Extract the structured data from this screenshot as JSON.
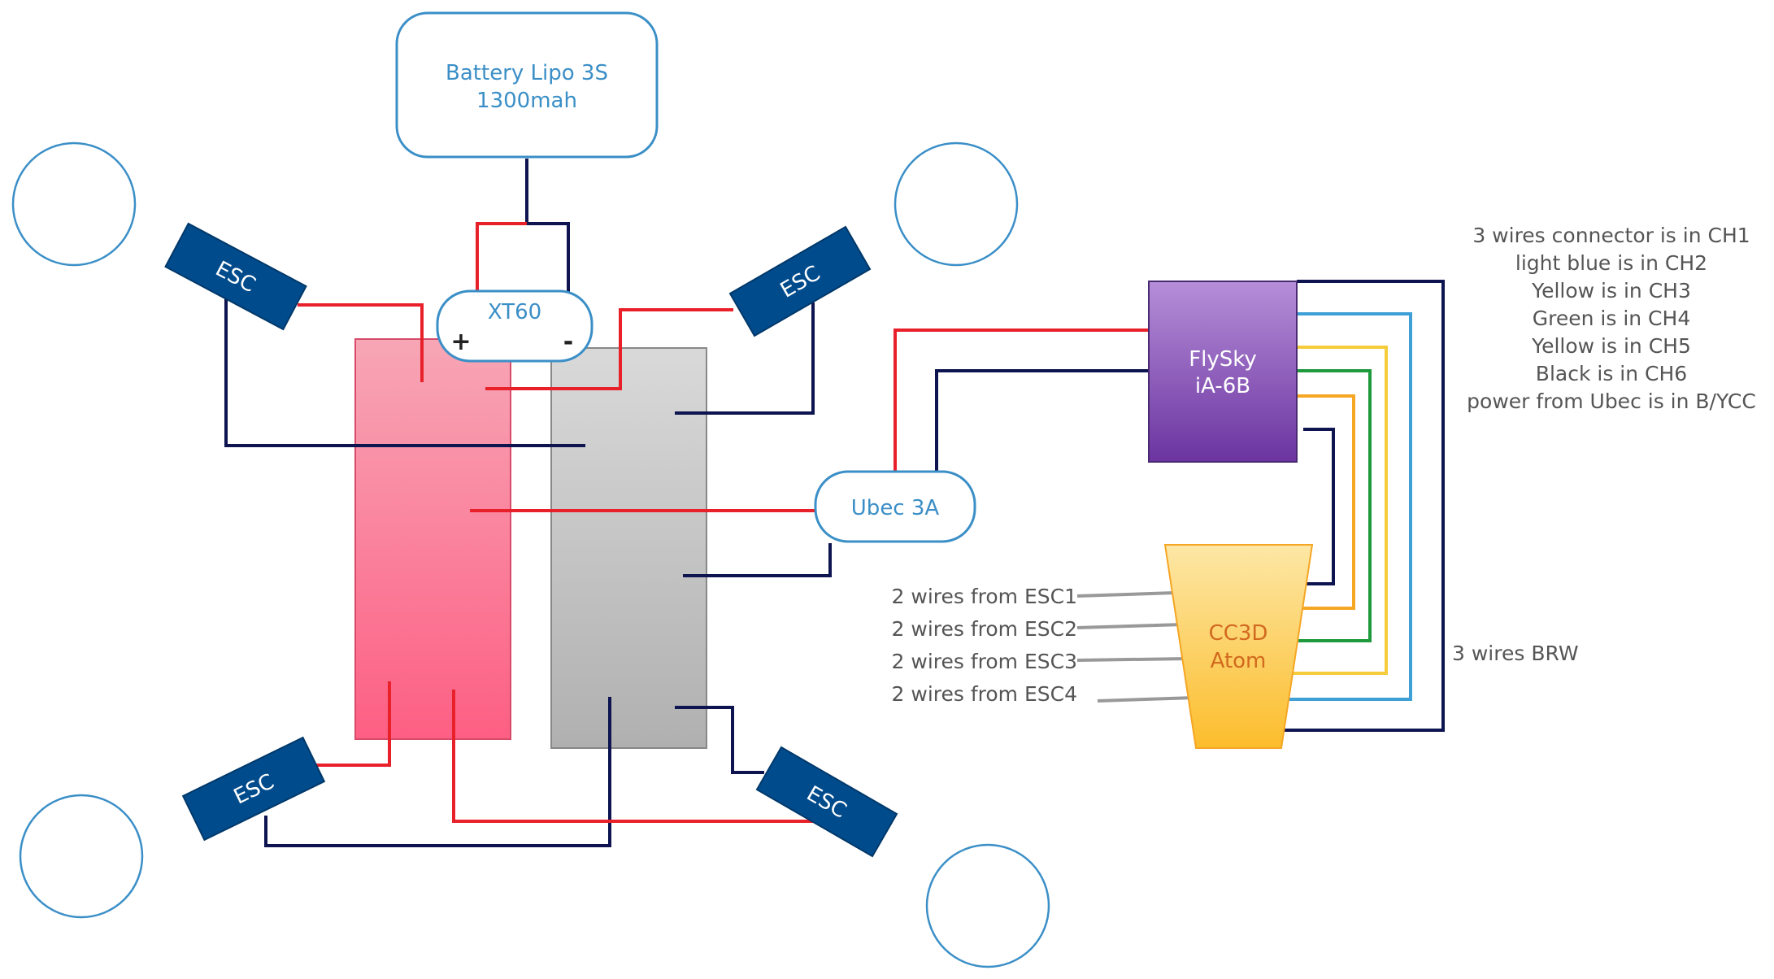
{
  "colors": {
    "positive_wire": "#e8202a",
    "negative_wire": "#0d1450",
    "signal_gray": "#999999",
    "light_blue_wire": "#3fa0d8",
    "yellow_wire": "#f5cc3c",
    "green_wire": "#1e9a3c",
    "orange_wire": "#f5a623",
    "esc_fill": "#004b8c",
    "outline_blue": "#3b8fc7",
    "flysky_fill": "#7d4cb0",
    "cc3d_fill": "#fdd15a"
  },
  "battery": {
    "line1": "Battery Lipo 3S",
    "line2": "1300mah"
  },
  "xt60": {
    "label": "XT60",
    "plus": "+",
    "minus": "-"
  },
  "escs": [
    {
      "label": "ESC"
    },
    {
      "label": "ESC"
    },
    {
      "label": "ESC"
    },
    {
      "label": "ESC"
    }
  ],
  "ubec": {
    "label": "Ubec 3A"
  },
  "receiver": {
    "line1": "FlySky",
    "line2": "iA-6B"
  },
  "flight_controller": {
    "line1": "CC3D",
    "line2": "Atom"
  },
  "esc_inputs": [
    "2 wires from ESC1",
    "2 wires from ESC2",
    "2 wires from ESC3",
    "2 wires from ESC4"
  ],
  "notes": [
    "3 wires connector is in CH1",
    "light blue is in CH2",
    "Yellow is in CH3",
    "Green is in CH4",
    "Yellow is in CH5",
    "Black is in CH6",
    "power from Ubec is in B/YCC"
  ],
  "brw_label": "3 wires BRW"
}
